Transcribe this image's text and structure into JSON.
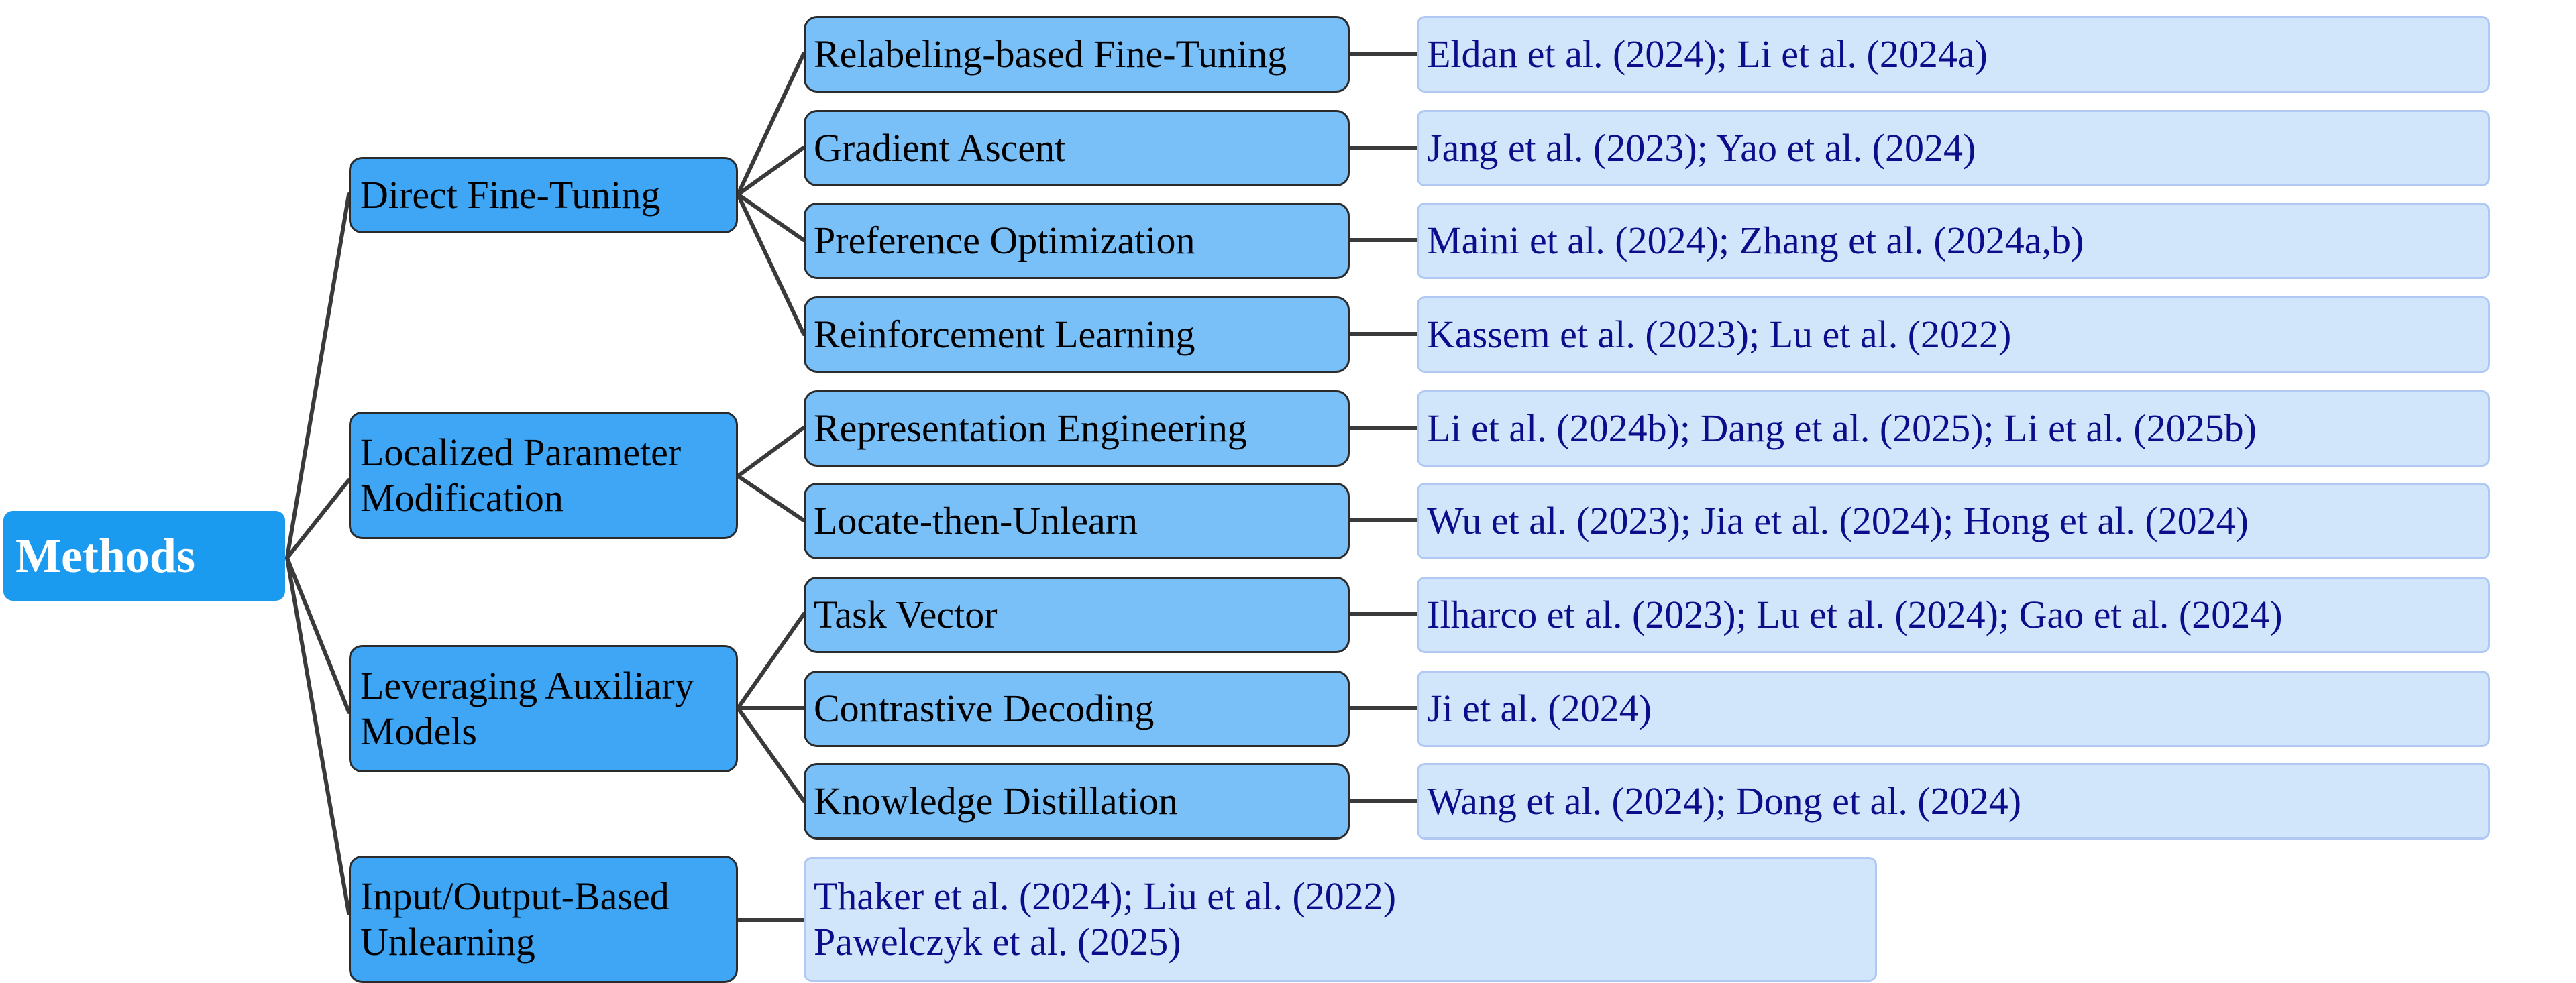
{
  "root": {
    "label": "Methods"
  },
  "branches": [
    {
      "lines": [
        "Direct Fine-Tuning"
      ],
      "children": [
        {
          "label": "Relabeling-based Fine-Tuning",
          "refs": "Eldan et al. (2024); Li et al. (2024a)"
        },
        {
          "label": "Gradient Ascent",
          "refs": "Jang et al. (2023); Yao et al. (2024)"
        },
        {
          "label": "Preference Optimization",
          "refs": "Maini et al. (2024); Zhang et al. (2024a,b)"
        },
        {
          "label": "Reinforcement Learning",
          "refs": "Kassem et al. (2023); Lu et al. (2022)"
        }
      ]
    },
    {
      "lines": [
        "Localized Parameter",
        "Modification"
      ],
      "children": [
        {
          "label": "Representation Engineering",
          "refs": "Li et al. (2024b); Dang et al. (2025); Li et al. (2025b)"
        },
        {
          "label": "Locate-then-Unlearn",
          "refs": "Wu et al. (2023); Jia et al. (2024); Hong et al. (2024)"
        }
      ]
    },
    {
      "lines": [
        "Leveraging Auxiliary",
        "Models"
      ],
      "children": [
        {
          "label": "Task Vector",
          "refs": "Ilharco et al. (2023); Lu et al. (2024); Gao et al. (2024)"
        },
        {
          "label": "Contrastive Decoding",
          "refs": "Ji et al. (2024)"
        },
        {
          "label": "Knowledge Distillation",
          "refs": "Wang et al. (2024); Dong et al. (2024)"
        }
      ]
    },
    {
      "lines": [
        "Input/Output-Based",
        "Unlearning"
      ],
      "refs_lines": [
        "Thaker et al. (2024); Liu et al. (2022)",
        "Pawelczyk et al. (2025)"
      ]
    }
  ],
  "colors": {
    "root_fill": "#1a9bf0",
    "level1_fill": "#3ea6f5",
    "level2_fill": "#79bff8",
    "leaf_fill": "#d2e6fb",
    "leaf_text": "#0d0d8c",
    "edge": "#3a3a3a"
  }
}
